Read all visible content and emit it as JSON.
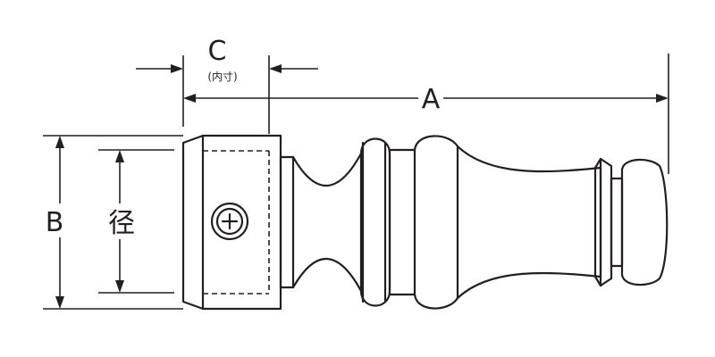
{
  "labels": {
    "a": "A",
    "b": "B",
    "c": "C",
    "c_note": "(内寸)",
    "diameter": "径"
  }
}
